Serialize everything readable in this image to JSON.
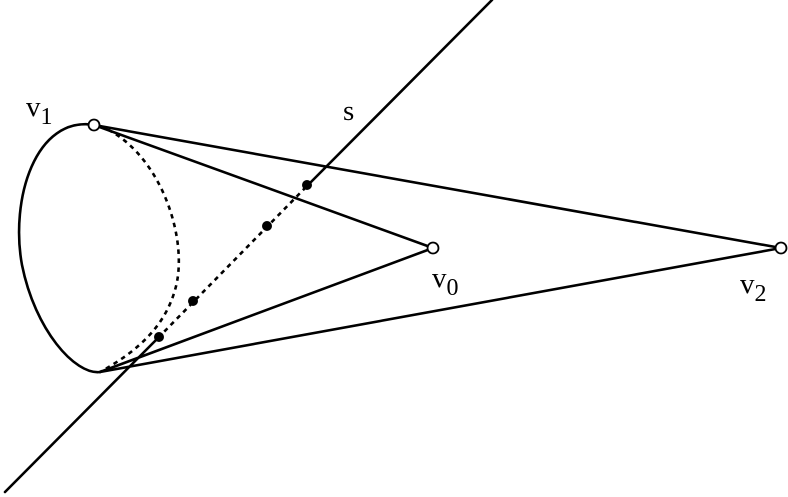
{
  "labels": {
    "line": "s",
    "v1": {
      "base": "v",
      "sub": "1"
    },
    "v0": {
      "base": "v",
      "sub": "0"
    },
    "v2": {
      "base": "v",
      "sub": "2"
    }
  }
}
